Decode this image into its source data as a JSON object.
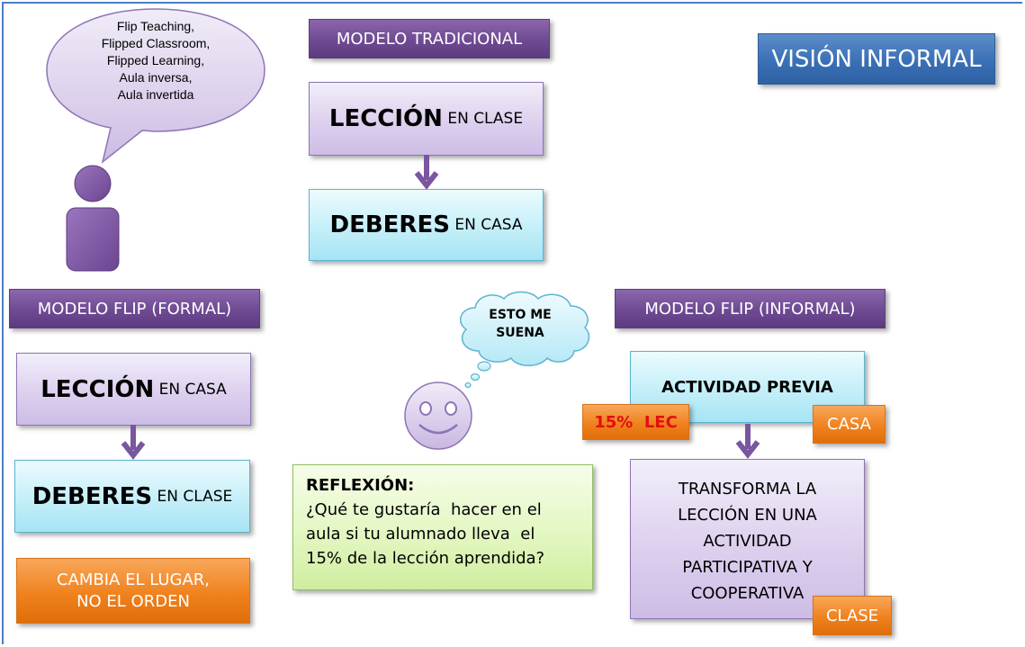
{
  "speech_bubble": {
    "lines": [
      "Flip Teaching,",
      "Flipped Classroom,",
      "Flipped Learning,",
      "Aula inversa,",
      "Aula invertida"
    ]
  },
  "traditional": {
    "header": "MODELO TRADICIONAL",
    "lesson_bold": "LECCIÓN",
    "lesson_rest": " EN CLASE",
    "homework_bold": "DEBERES",
    "homework_rest": " EN CASA"
  },
  "informal_badge": "VISIÓN INFORMAL",
  "formal": {
    "header": "MODELO FLIP (FORMAL)",
    "lesson_bold": "LECCIÓN",
    "lesson_rest": " EN CASA",
    "homework_bold": "DEBERES",
    "homework_rest": " EN CLASE",
    "note_line1": "CAMBIA EL LUGAR,",
    "note_line2": "NO EL ORDEN"
  },
  "thought_cloud": {
    "line1": "ESTO ME",
    "line2": "SUENA"
  },
  "reflection": {
    "title": "REFLEXIÓN:",
    "lines": [
      "¿Qué te gustaría  hacer en el",
      "aula si tu alumnado lleva  el",
      "15% de la lección aprendida?"
    ]
  },
  "informal": {
    "header": "MODELO FLIP (INFORMAL)",
    "previous_activity": "ACTIVIDAD PREVIA",
    "percent_tag": "15%  LEC",
    "home_tag": "CASA",
    "transform_lines": [
      "TRANSFORMA LA",
      "LECCIÓN EN UNA",
      "ACTIVIDAD",
      "PARTICIPATIVA Y",
      "COOPERATIVA"
    ],
    "class_tag": "CLASE"
  },
  "colors": {
    "purple_header": "#6e4a92",
    "lavender_box": "#ddd0ee",
    "cyan_box": "#c4eff9",
    "orange": "#f0821e",
    "blue_badge": "#3a70b6",
    "green_box": "#e3f7c2",
    "percent_text": "#e01010"
  }
}
